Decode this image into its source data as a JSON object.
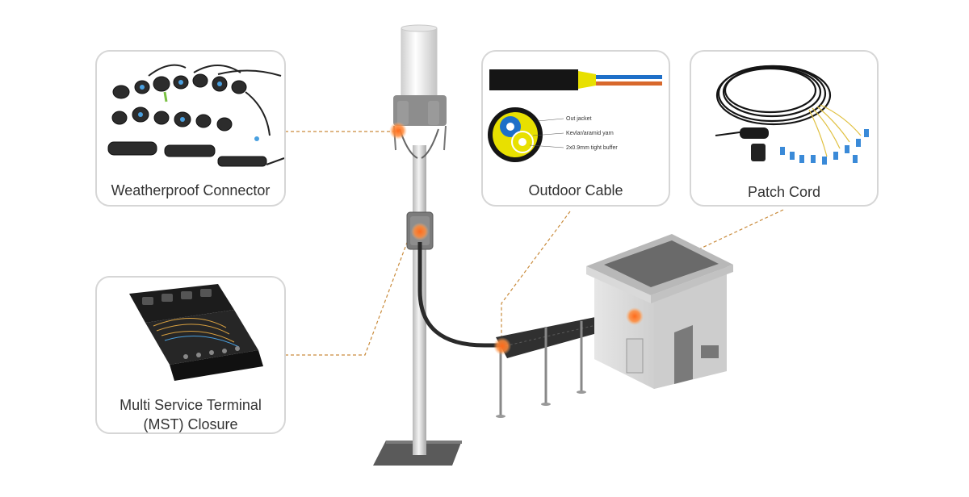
{
  "cards": {
    "weatherproof_connector": {
      "label": "Weatherproof Connector"
    },
    "outdoor_cable": {
      "label": "Outdoor Cable",
      "callouts": [
        "Out jacket",
        "Kevlar/aramid yarn",
        "2x0.9mm tight buffer"
      ]
    },
    "patch_cord": {
      "label": "Patch Cord"
    },
    "mst_closure": {
      "label_line1": "Multi Service Terminal",
      "label_line2": "(MST) Closure"
    }
  },
  "colors": {
    "callout_line": "#c98b3c",
    "marker": "#f47a2e",
    "card_border": "#d6d6d6",
    "cable_yellow": "#e8e000",
    "fiber_blue": "#1e6fc8",
    "fiber_orange": "#d8682c"
  }
}
